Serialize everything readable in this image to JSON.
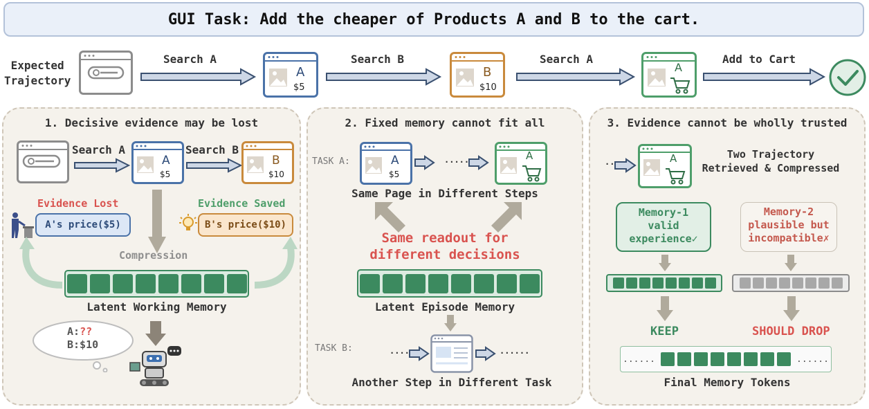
{
  "banner": {
    "title": "GUI Task: Add the cheaper of Products A and B to the cart."
  },
  "top": {
    "expected_label_1": "Expected",
    "expected_label_2": "Trajectory",
    "step1": "Search A",
    "step2": "Search B",
    "step3": "Search A",
    "step4": "Add to Cart"
  },
  "product_a": {
    "letter": "A",
    "price": "$5"
  },
  "product_b": {
    "letter": "B",
    "price": "$10"
  },
  "panel1": {
    "title": "1. Decisive evidence may be lost",
    "search_a": "Search A",
    "search_b": "Search B",
    "evidence_lost": "Evidence Lost",
    "evidence_saved": "Evidence Saved",
    "a_price": "A's price($5)",
    "b_price": "B's price($10)",
    "compression": "Compression",
    "memory_label": "Latent Working Memory",
    "thought_a_prefix": "A:",
    "thought_a_value": "??",
    "thought_b": "B:$10"
  },
  "panel2": {
    "title": "2. Fixed memory cannot fit all",
    "task_a": "TASK A:",
    "task_b": "TASK B:",
    "dots": "......",
    "same_page": "Same Page in Different Steps",
    "same_readout_1": "Same readout for",
    "same_readout_2": "different decisions",
    "memory_label": "Latent Episode Memory",
    "another_step": "Another Step in Different Task"
  },
  "panel3": {
    "title": "3. Evidence cannot be wholly trusted",
    "retrieved_1": "Two Trajectory",
    "retrieved_2": "Retrieved & Compressed",
    "mem1_1": "Memory-1",
    "mem1_2": "valid",
    "mem1_3": "experience✓",
    "mem2_1": "Memory-2",
    "mem2_2": "plausible but",
    "mem2_3": "incompatible✗",
    "keep": "KEEP",
    "drop": "SHOULD DROP",
    "dots": "......",
    "final_label": "Final Memory Tokens"
  },
  "colors": {
    "blue": "#4a72a8",
    "orange": "#c98a3c",
    "green": "#4e9e6a",
    "gray": "#8c8c8c",
    "red": "#d9534f",
    "memory_green": "#3c8a5f"
  }
}
